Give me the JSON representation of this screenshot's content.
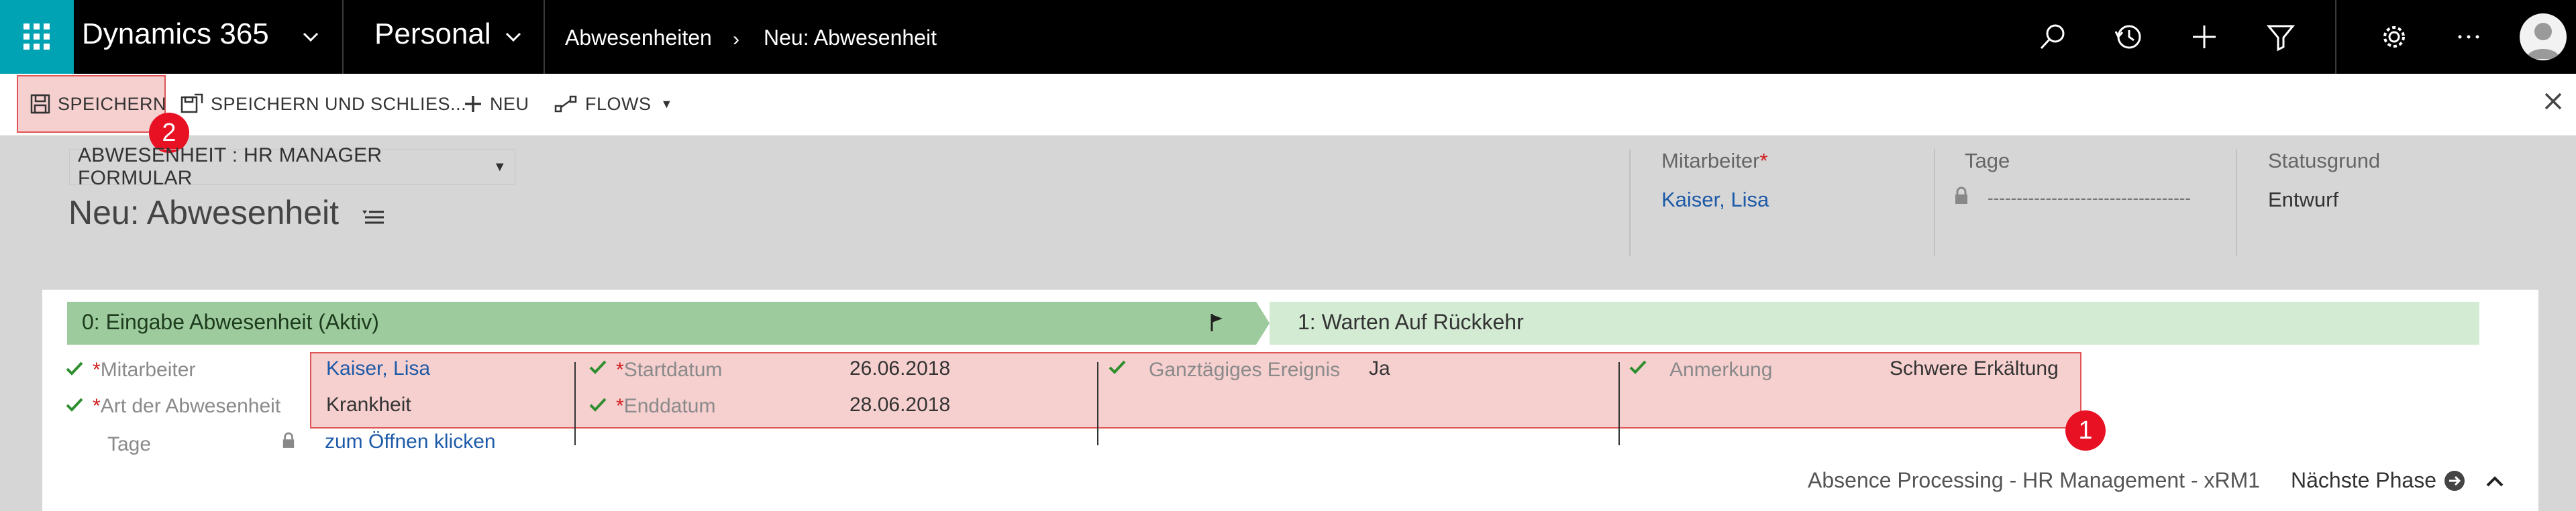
{
  "nav": {
    "app_title": "Dynamics 365",
    "area_title": "Personal",
    "breadcrumb": [
      "Abwesenheiten",
      "Neu: Abwesenheit"
    ]
  },
  "toolbar": {
    "save": "SPEICHERN",
    "save_close": "SPEICHERN UND SCHLIES...",
    "new": "NEU",
    "flows": "FLOWS"
  },
  "header": {
    "form_selector": "ABWESENHEIT : HR MANAGER FORMULAR",
    "record_title": "Neu: Abwesenheit",
    "fields": [
      {
        "label": "Mitarbeiter",
        "value": "Kaiser, Lisa"
      },
      {
        "label": "Tage",
        "value": "-----------------------------------"
      },
      {
        "label": "Statusgrund",
        "value": "Entwurf"
      }
    ]
  },
  "process": {
    "stages": [
      "0: Eingabe Abwesenheit (Aktiv)",
      "1: Warten Auf Rückkehr"
    ],
    "fields": {
      "mitarbeiter": {
        "label": "Mitarbeiter",
        "value": "Kaiser, Lisa"
      },
      "art": {
        "label": "Art der Abwesenheit",
        "value": "Krankheit"
      },
      "tage": {
        "label": "Tage",
        "value": "zum Öffnen klicken"
      },
      "startdatum": {
        "label": "Startdatum",
        "value": "26.06.2018"
      },
      "enddatum": {
        "label": "Enddatum",
        "value": "28.06.2018"
      },
      "ganztaegig": {
        "label": "Ganztägiges Ereignis",
        "value": "Ja"
      },
      "anmerkung": {
        "label": "Anmerkung",
        "value": "Schwere Erkältung"
      }
    },
    "footer_name": "Absence Processing - HR Management - xRM1",
    "next_phase": "Nächste Phase"
  },
  "annotations": {
    "badge1": "1",
    "badge2": "2"
  },
  "colors": {
    "accent": "#00a3b4",
    "link": "#1d5aa8",
    "stage_active": "#9dcb9d",
    "stage_next": "#d3ead3",
    "highlight": "#e05555"
  },
  "icons": [
    "waffle-icon",
    "chevron-down-icon",
    "search-icon",
    "history-icon",
    "plus-icon",
    "filter-icon",
    "gear-icon",
    "more-icon",
    "avatar-icon",
    "save-icon",
    "save-close-icon",
    "new-icon",
    "flows-icon",
    "close-icon",
    "lock-icon",
    "flag-icon",
    "check-icon",
    "list-menu-icon",
    "arrow-right-icon",
    "chevron-up-icon"
  ]
}
